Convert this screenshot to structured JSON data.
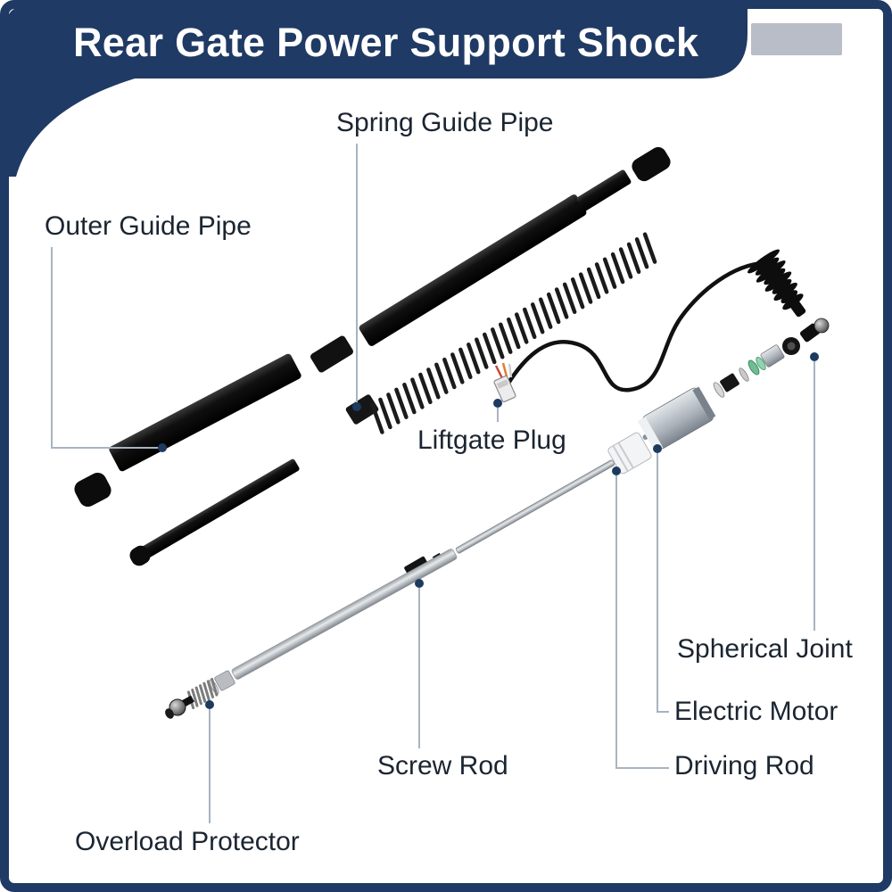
{
  "header": {
    "title": "Rear Gate Power Support Shock"
  },
  "labels": [
    {
      "id": "spring-guide-pipe",
      "text": "Spring Guide Pipe"
    },
    {
      "id": "outer-guide-pipe",
      "text": "Outer Guide Pipe"
    },
    {
      "id": "liftgate-plug",
      "text": "Liftgate Plug"
    },
    {
      "id": "spherical-joint",
      "text": "Spherical Joint"
    },
    {
      "id": "electric-motor",
      "text": "Electric Motor"
    },
    {
      "id": "driving-rod",
      "text": "Driving Rod"
    },
    {
      "id": "screw-rod",
      "text": "Screw Rod"
    },
    {
      "id": "overload-protector",
      "text": "Overload Protector"
    }
  ],
  "colors": {
    "navy": "#1f3a64",
    "gray_block": "#b9bdc7",
    "leader": "#a8b4c0",
    "dot": "#1d3a5f",
    "label_text": "#1b2531"
  }
}
